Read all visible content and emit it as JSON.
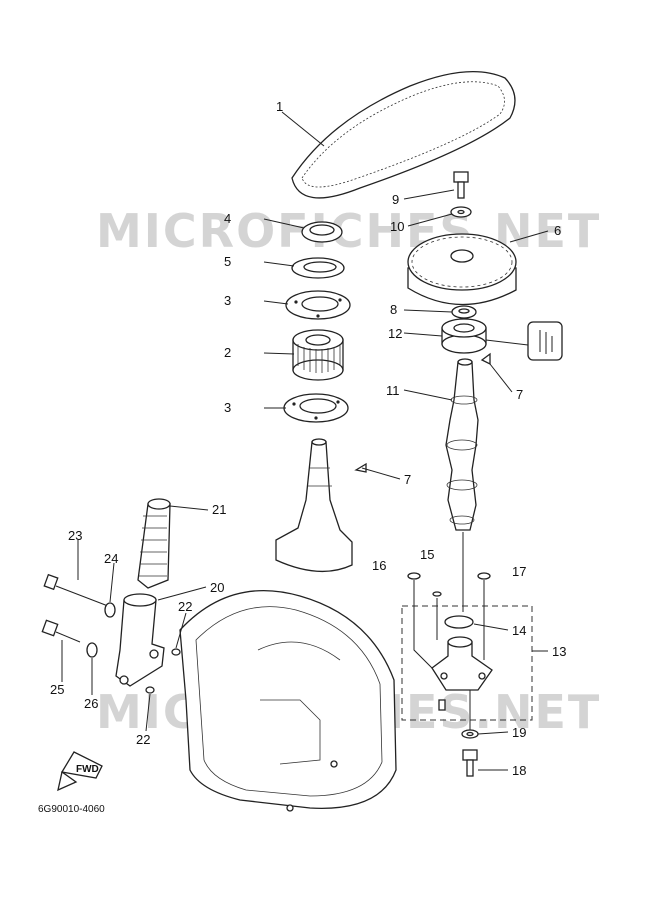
{
  "diagram": {
    "code": "6G90010-4060",
    "watermark": "MICROFICHES.NET",
    "fwd_label": "FWD",
    "callouts": [
      "1",
      "2",
      "3",
      "4",
      "5",
      "6",
      "7",
      "8",
      "9",
      "10",
      "11",
      "12",
      "13",
      "14",
      "15",
      "16",
      "17",
      "18",
      "19",
      "20",
      "21",
      "22",
      "23",
      "24",
      "25",
      "26"
    ]
  }
}
